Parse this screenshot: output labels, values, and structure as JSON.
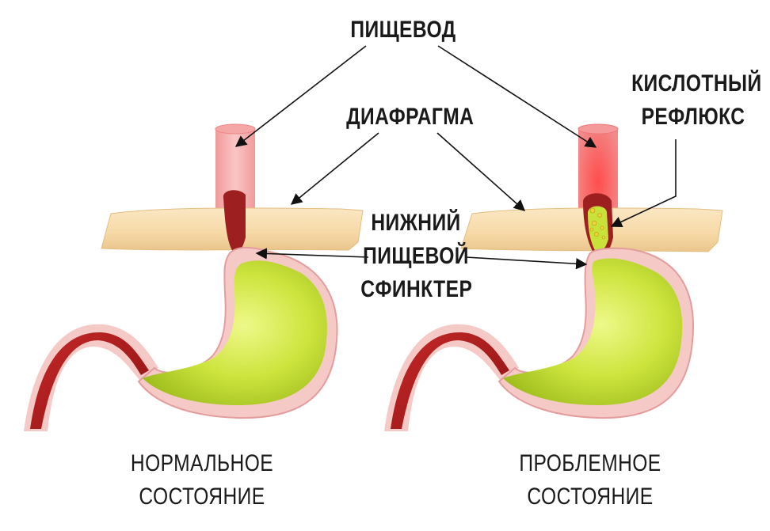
{
  "labels": {
    "esophagus": "ПИЩЕВОД",
    "diaphragm": "ДИАФРАГМА",
    "acid_reflux_line1": "КИСЛОТНЫЙ",
    "acid_reflux_line2": "РЕФЛЮКС",
    "sphincter_line1": "НИЖНИЙ",
    "sphincter_line2": "ПИЩЕВОЙ",
    "sphincter_line3": "СФИНКТЕР",
    "normal_line1": "НОРМАЛЬНОЕ",
    "normal_line2": "СОСТОЯНИЕ",
    "problem_line1": "ПРОБЛЕМНОЕ",
    "problem_line2": "СОСТОЯНИЕ"
  },
  "colors": {
    "diaphragm": "#f7dfb4",
    "stomach_wall": "#f4c9c6",
    "stomach_content": "#c9e23a",
    "duodenum": "#b31d1d",
    "esophagus_normal": "#f7b7b7",
    "esophagus_inflamed": "#ee3b3b",
    "acid_particles": "#f0d23a"
  }
}
